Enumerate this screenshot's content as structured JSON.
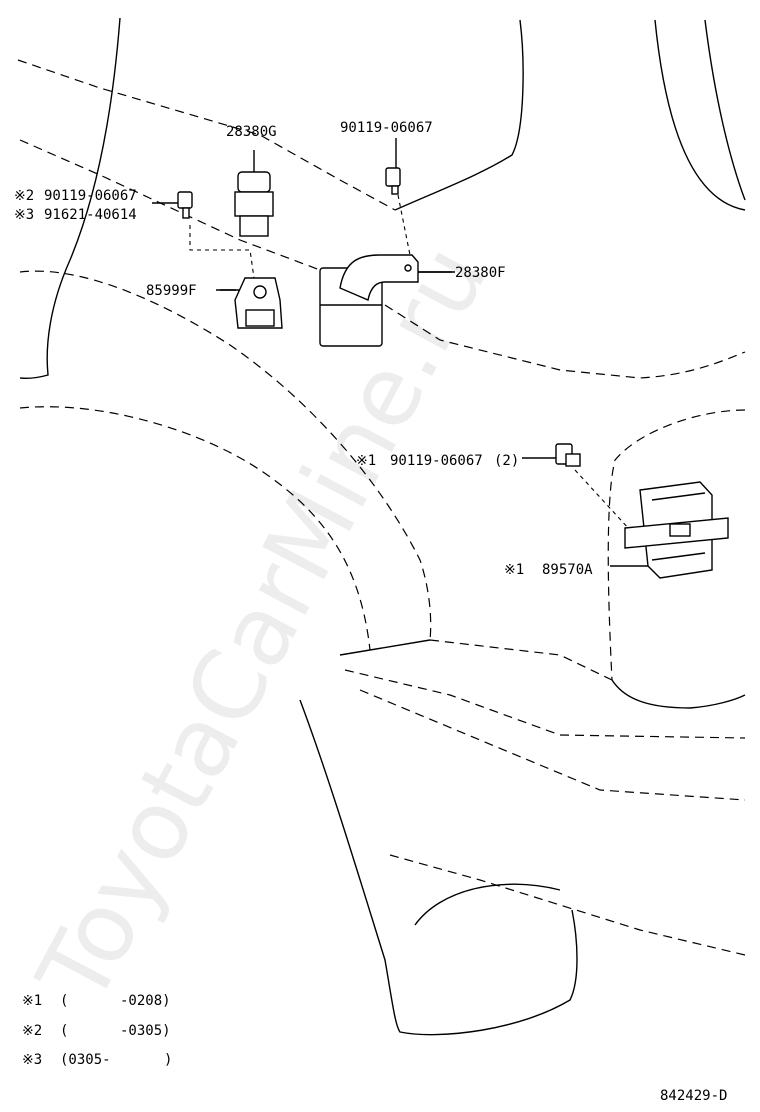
{
  "watermark": "ToyotaCarMine.ru",
  "parts": {
    "p28380G": "28380G",
    "p90119_top": "90119-06067",
    "p90119_left_mark": "※2",
    "p90119_left": "90119-06067",
    "p91621_mark": "※3",
    "p91621": "91621-40614",
    "p85999F": "85999F",
    "p28380F": "28380F",
    "p90119_mid_mark": "※1",
    "p90119_mid": "90119-06067",
    "p90119_mid_qty": "(2)",
    "p89570A_mark": "※1",
    "p89570A": "89570A"
  },
  "legend": [
    {
      "mark": "※1",
      "open": "(",
      "range": "-0208)"
    },
    {
      "mark": "※2",
      "open": "(",
      "range": "-0305)"
    },
    {
      "mark": "※3",
      "open": "(0305-",
      "range": ")"
    }
  ],
  "diagram_code": "842429-D"
}
